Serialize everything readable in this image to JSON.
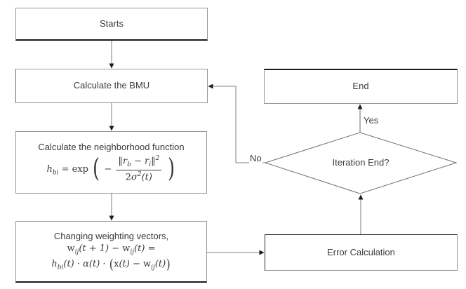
{
  "nodes": {
    "starts": {
      "label": "Starts"
    },
    "bmu": {
      "label": "Calculate the BMU"
    },
    "neighborhood": {
      "title": "Calculate the neighborhood function",
      "formula": {
        "lhs": "h",
        "lhs_sub": "bi",
        "eq": " = ",
        "exp": "exp",
        "open_paren": "(",
        "minus": "−",
        "num_bar_l": "‖",
        "num_r1": "r",
        "num_r1_sub": "b",
        "num_minus": " − ",
        "num_r2": "r",
        "num_r2_sub": "i",
        "num_bar_r": "‖",
        "num_sup": "2",
        "den_coef": "2",
        "den_sigma": "σ",
        "den_sup": "2",
        "den_arg": "(t)",
        "close_paren": ")"
      }
    },
    "weights": {
      "title": "Changing weighting vectors,",
      "eq_line1": {
        "w1": "w",
        "w1_sub": "ij",
        "seg1": "(t + 1) − ",
        "w2": "w",
        "w2_sub": "ij",
        "seg2": "(t) ="
      },
      "eq_line2": {
        "h": "h",
        "h_sub": "bi",
        "seg1": "(t) · α(t) · ",
        "open_paren": "(",
        "x": "x",
        "seg2": "(t) − ",
        "w": "w",
        "w_sub": "ij",
        "seg3": "(t)",
        "close_paren": ")"
      }
    },
    "end": {
      "label": "End"
    },
    "error": {
      "label": "Error Calculation"
    },
    "decision": {
      "label": "Iteration End?"
    }
  },
  "edge_labels": {
    "yes": "Yes",
    "no": "No"
  },
  "colors": {
    "background": "#ffffff",
    "line": "#9b9b9b",
    "border": "#979797",
    "arrow": "#1c1c1c",
    "text": "#3a3a3a"
  }
}
